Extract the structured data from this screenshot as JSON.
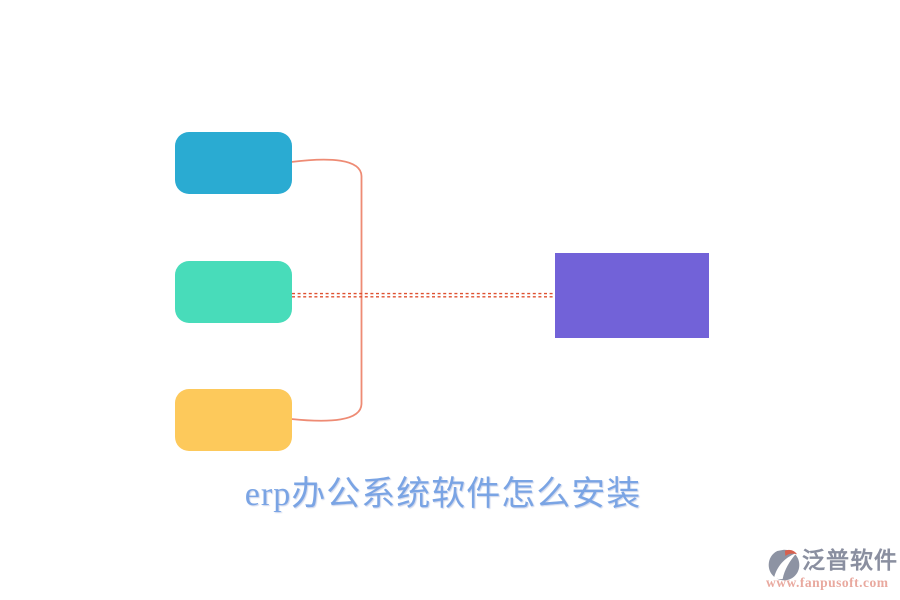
{
  "title": {
    "text": "erp办公系统软件怎么安装"
  },
  "watermark": {
    "brand": "泛普软件",
    "url": "www.fanpusoft.com"
  },
  "colors": {
    "node-blue": "#2aabd2",
    "node-green": "#48dcba",
    "node-yellow": "#fdc95b",
    "node-purple": "#7262d8",
    "connector-salmon": "#ee8b74",
    "dashed-red": "#df5130",
    "title-blue": "#7aa4e4",
    "brand-gray": "#8a8fa0",
    "url-pink": "#e9a99f",
    "logo-gray": "#8d93a3",
    "logo-red": "#d8604e"
  },
  "diagram": {
    "nodes": [
      {
        "id": "branch-top",
        "shape": "rounded-rect",
        "color_key": "node-blue",
        "label": ""
      },
      {
        "id": "branch-middle",
        "shape": "rounded-rect",
        "color_key": "node-green",
        "label": ""
      },
      {
        "id": "branch-bottom",
        "shape": "rounded-rect",
        "color_key": "node-yellow",
        "label": ""
      },
      {
        "id": "main-topic",
        "shape": "rect",
        "color_key": "node-purple",
        "label": ""
      }
    ],
    "connectors": [
      {
        "type": "solid-bracket",
        "color_key": "connector-salmon",
        "connects": [
          "branch-top",
          "branch-bottom"
        ]
      },
      {
        "type": "double-dashed",
        "color_key": "dashed-red",
        "connects": [
          "branch-middle",
          "main-topic"
        ]
      }
    ]
  }
}
